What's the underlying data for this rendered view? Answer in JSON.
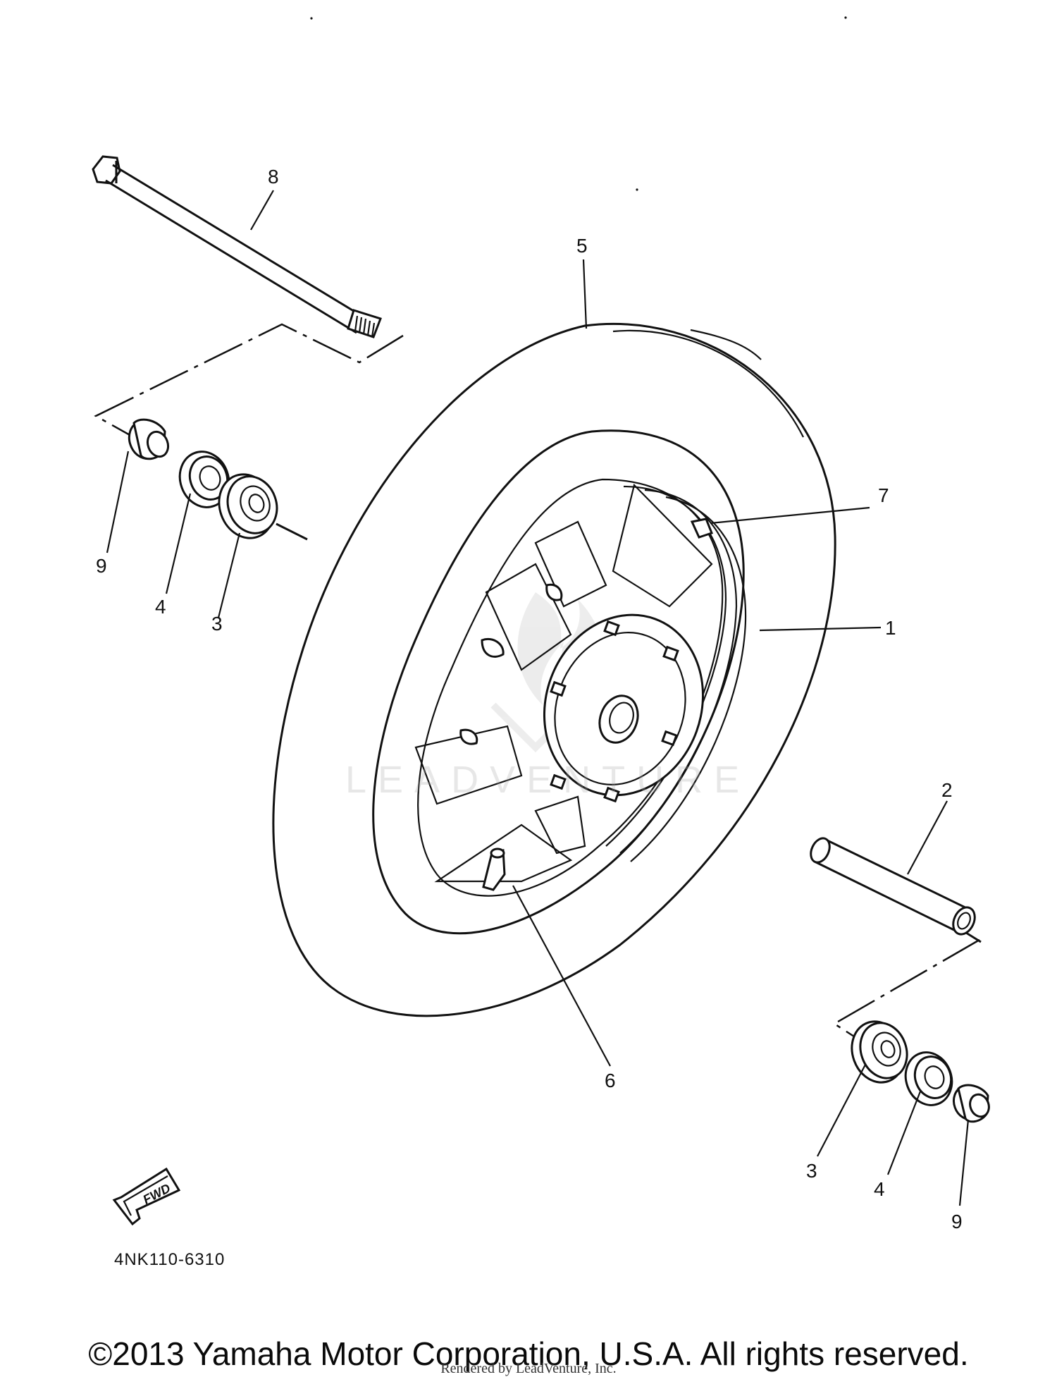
{
  "diagram": {
    "callouts": [
      {
        "label": "8"
      },
      {
        "label": "5"
      },
      {
        "label": "7"
      },
      {
        "label": "1"
      },
      {
        "label": "9"
      },
      {
        "label": "4"
      },
      {
        "label": "3"
      },
      {
        "label": "2"
      },
      {
        "label": "6"
      },
      {
        "label": "3"
      },
      {
        "label": "4"
      },
      {
        "label": "9"
      }
    ],
    "fwd_label": "FWD",
    "diagram_code": "4NK110-6310",
    "watermark": "LEADVENTURE"
  },
  "footer": {
    "copyright": "©2013 Yamaha Motor Corporation, U.S.A. All rights reserved.",
    "rendered_by": "Rendered by LeadVenture, Inc."
  }
}
